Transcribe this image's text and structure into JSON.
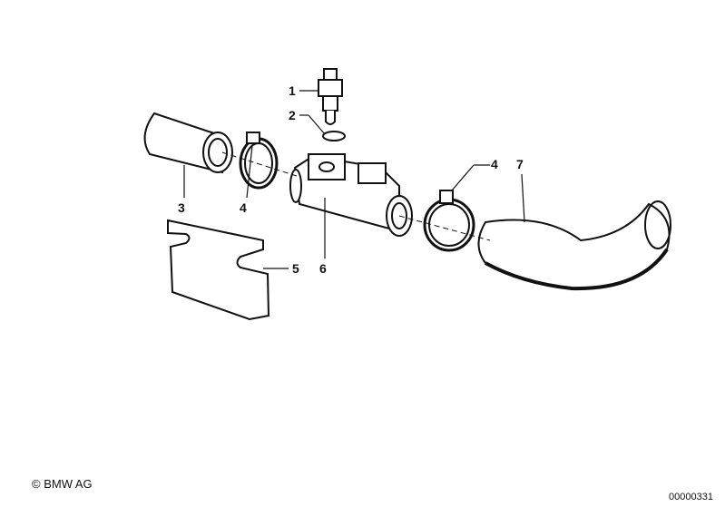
{
  "callouts": {
    "p1": "1",
    "p2": "2",
    "p3": "3",
    "p4a": "4",
    "p4b": "4",
    "p5": "5",
    "p6": "6",
    "p7": "7"
  },
  "footer": {
    "copyright": "© BMW AG",
    "diagram_number": "00000331"
  }
}
